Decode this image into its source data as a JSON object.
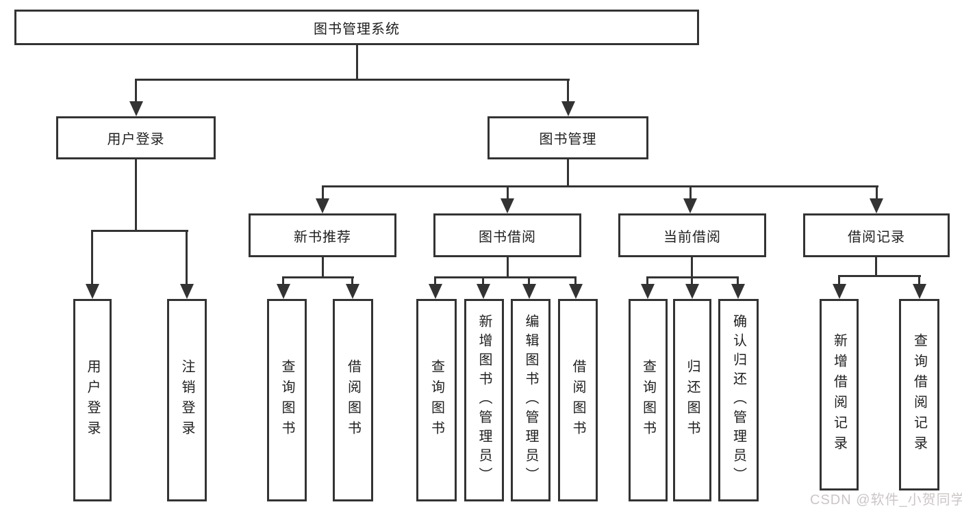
{
  "diagram_type": "hierarchy-tree",
  "colors": {
    "line": "#333333",
    "box_border": "#333333",
    "box_background": "#ffffff",
    "text": "#1f1f1f",
    "watermark_text": "#ccc6c6",
    "page_background": "#ffffff"
  },
  "watermark": "CSDN @软件_小贺同学",
  "tree": {
    "root": {
      "label": "图书管理系统",
      "children": [
        {
          "label": "用户登录",
          "children": [
            {
              "label": "用户登录"
            },
            {
              "label": "注销登录"
            }
          ]
        },
        {
          "label": "图书管理",
          "children": [
            {
              "label": "新书推荐",
              "children": [
                {
                  "label": "查询图书"
                },
                {
                  "label": "借阅图书"
                }
              ]
            },
            {
              "label": "图书借阅",
              "children": [
                {
                  "label": "查询图书"
                },
                {
                  "label": "新增图书（管理员）"
                },
                {
                  "label": "编辑图书（管理员）"
                },
                {
                  "label": "借阅图书"
                }
              ]
            },
            {
              "label": "当前借阅",
              "children": [
                {
                  "label": "查询图书"
                },
                {
                  "label": "归还图书"
                },
                {
                  "label": "确认归还（管理员）"
                }
              ]
            },
            {
              "label": "借阅记录",
              "children": [
                {
                  "label": "新增借阅记录"
                },
                {
                  "label": "查询借阅记录"
                }
              ]
            }
          ]
        }
      ]
    }
  }
}
